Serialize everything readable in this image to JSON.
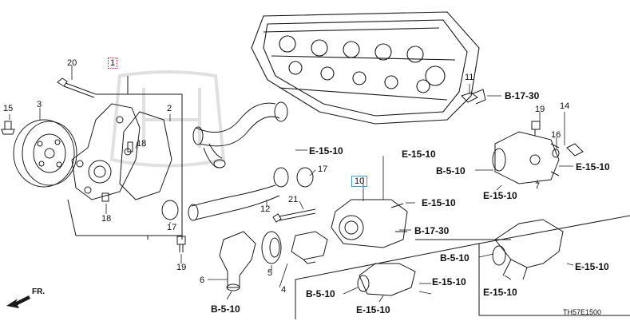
{
  "parts": {
    "p1": "1",
    "p2": "2",
    "p3": "3",
    "p4": "4",
    "p5": "5",
    "p6": "6",
    "p7": "7",
    "p10": "10",
    "p11": "11",
    "p12": "12",
    "p14": "14",
    "p15": "15",
    "p16": "16",
    "p17a": "17",
    "p17b": "17",
    "p18a": "18",
    "p18b": "18",
    "p19a": "19",
    "p19b": "19",
    "p20": "20",
    "p21": "21"
  },
  "refs": {
    "r_b1730_top": "B-17-30",
    "r_e1510_hose": "E-15-10",
    "r_e1510_center": "E-15-10",
    "r_e1510_right1": "E-15-10",
    "r_b510_right": "B-5-10",
    "r_e1510_right2": "E-15-10",
    "r_e1510_mid": "E-15-10",
    "r_b1730_mid": "B-17-30",
    "r_b510_bottomleft": "B-5-10",
    "r_b510_lowmid": "B-5-10",
    "r_e1510_lowmid1": "E-15-10",
    "r_e1510_lowmid2": "E-15-10",
    "r_b510_lowright": "B-5-10",
    "r_e1510_lowright1": "E-15-10",
    "r_e1510_lowright2": "E-15-10"
  },
  "direction": "FR.",
  "diagram_code": "TH57E1500",
  "colors": {
    "line": "#1a1a1a",
    "highlight_red": "#c0262d",
    "highlight_blue": "#3aa0d0",
    "watermark": "#d9d9d9"
  }
}
